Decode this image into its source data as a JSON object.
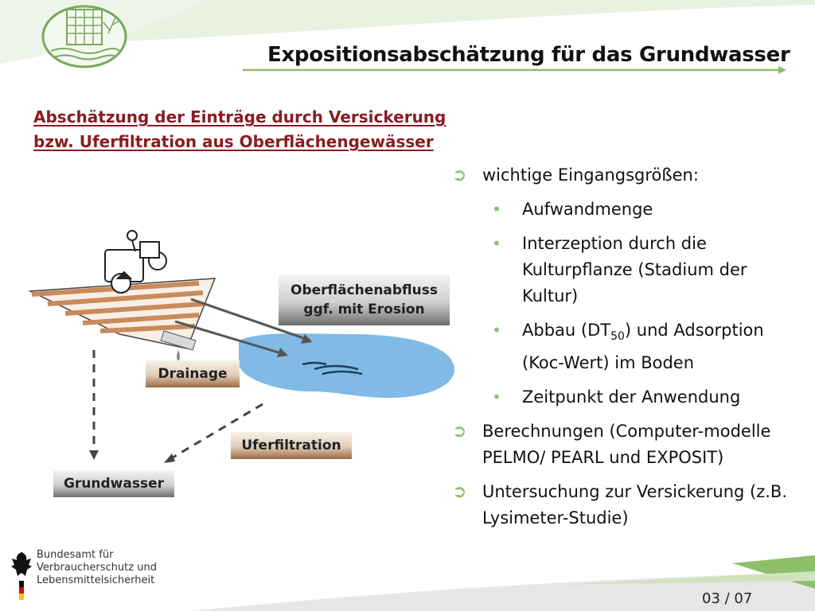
{
  "title": "Expositionsabschätzung für das Grundwasser",
  "subtitle": {
    "line1": "Abschätzung der Einträge durch Versickerung",
    "line2": "bzw. Uferfiltration aus Oberflächengewässer"
  },
  "diagram": {
    "runoff_line1": "Oberflächenabfluss",
    "runoff_line2": "ggf. mit Erosion",
    "drainage": "Drainage",
    "bank_filtration": "Uferfiltration",
    "groundwater": "Grundwasser"
  },
  "bullets": {
    "b1": "wichtige Eingangsgrößen:",
    "s1": "Aufwandmenge",
    "s2": "Interzeption durch die Kulturpflanze (Stadium der Kultur)",
    "s3_pre": "Abbau (DT",
    "s3_sub": "50",
    "s3_post": ") und Adsorption (Koc-Wert) im Boden",
    "s4": "Zeitpunkt der Anwendung",
    "b2": "Berechnungen (Computer-modelle PELMO/ PEARL und EXPOSIT)",
    "b3": "Untersuchung zur Versickerung (z.B. Lysimeter-Studie)"
  },
  "footer": {
    "org_line1": "Bundesamt für",
    "org_line2": "Verbraucherschutz und",
    "org_line3": "Lebensmittelsicherheit",
    "page": "03 / 07"
  },
  "colors": {
    "accent_green": "#8dbf6b",
    "subtitle_red": "#8a1c22",
    "water_blue": "#6aaee0"
  }
}
